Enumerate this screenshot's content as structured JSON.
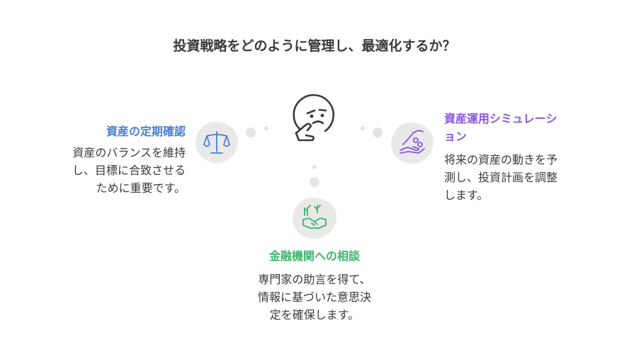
{
  "title": "投資戦略をどのように管理し、最適化するか？",
  "center_icon": "thinking-face-icon",
  "nodes": [
    {
      "heading": "資産の定期確認",
      "color": "#4a7fd4",
      "icon": "balance-scale-icon",
      "lines": [
        "資産のバランスを維持",
        "し、目標に合致させる",
        "ために重要です。"
      ]
    },
    {
      "heading": "金融機関への相談",
      "color": "#3fb56e",
      "icon": "handshake-icon",
      "lines": [
        "専門家の助言を得て、",
        "情報に基づいた意思決",
        "定を確保します。"
      ]
    },
    {
      "heading_lines": [
        "資産運用シミュレーシ",
        "ョン"
      ],
      "color": "#8a55e0",
      "icon": "hand-coins-icon",
      "lines": [
        "将来の資産の動きを予",
        "測し、投資計画を調整",
        "します。"
      ]
    }
  ]
}
